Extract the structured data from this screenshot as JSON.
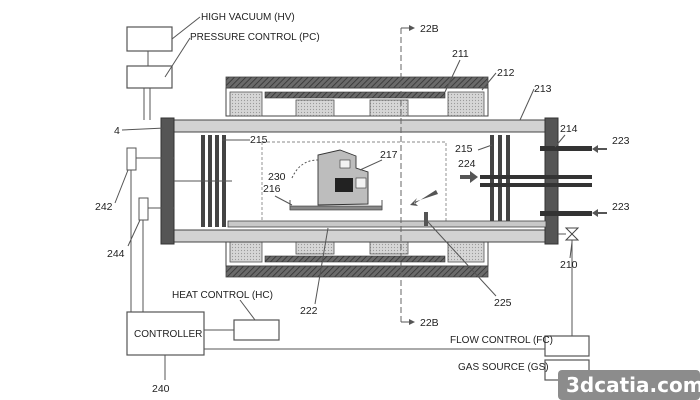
{
  "labels": {
    "high_vacuum": "HIGH VACUUM (HV)",
    "pressure_control": "PRESSURE CONTROL (PC)",
    "heat_control": "HEAT CONTROL (HC)",
    "controller": "CONTROLLER",
    "flow_control": "FLOW CONTROL (FC)",
    "gas_source": "GAS SOURCE (GS)"
  },
  "refs": {
    "r4": "4",
    "r22b_top": "22B",
    "r22b_bottom": "22B",
    "r211": "211",
    "r212": "212",
    "r213": "213",
    "r214": "214",
    "r215_left": "215",
    "r215_right": "215",
    "r216": "216",
    "r217": "217",
    "r222": "222",
    "r223_top": "223",
    "r223_bottom": "223",
    "r224": "224",
    "r225": "225",
    "r230": "230",
    "r240": "240",
    "r242": "242",
    "r244": "244",
    "r210": "210"
  },
  "watermark": "3dcatia.com"
}
